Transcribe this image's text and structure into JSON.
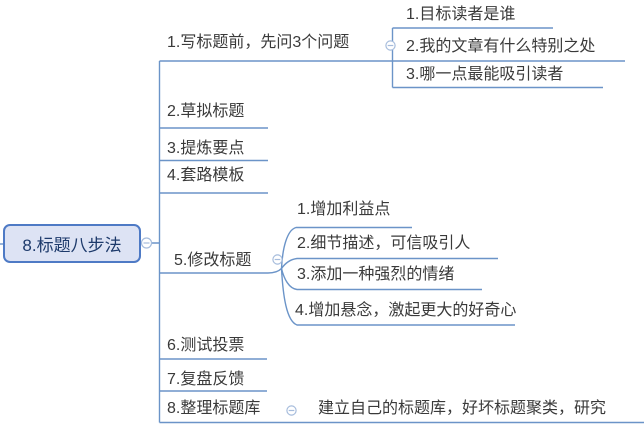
{
  "root": {
    "label": "8.标题八步法"
  },
  "branches": [
    {
      "label": "1.写标题前，先问3个问题",
      "collapsed": false,
      "children": [
        {
          "label": "1.目标读者是谁"
        },
        {
          "label": "2.我的文章有什么特别之处"
        },
        {
          "label": "3.哪一点最能吸引读者"
        }
      ]
    },
    {
      "label": "2.草拟标题",
      "children": []
    },
    {
      "label": "3.提炼要点",
      "children": []
    },
    {
      "label": "4.套路模板",
      "children": []
    },
    {
      "label": "5.修改标题",
      "collapsed": false,
      "children": [
        {
          "label": "1.增加利益点"
        },
        {
          "label": "2.细节描述，可信吸引人"
        },
        {
          "label": "3.添加一种强烈的情绪"
        },
        {
          "label": "4.增加悬念，激起更大的好奇心"
        }
      ]
    },
    {
      "label": "6.测试投票",
      "children": []
    },
    {
      "label": "7.复盘反馈",
      "children": []
    },
    {
      "label": "8.整理标题库",
      "collapsed": false,
      "children": [
        {
          "label": "建立自己的标题库，好坏标题聚类，研究"
        }
      ]
    }
  ],
  "icons": {
    "collapse_glyph": "−",
    "collapse_icon_name": "collapse-minus-icon"
  },
  "colors": {
    "connector_line": "#6b94c8",
    "root_border": "#4e7ac5",
    "root_fill": "#dde3f4",
    "root_text": "#1d3a6b",
    "topic_text": "#3a3a3a",
    "collapse_icon": "#a6bcdc",
    "background": "#ffffff"
  }
}
